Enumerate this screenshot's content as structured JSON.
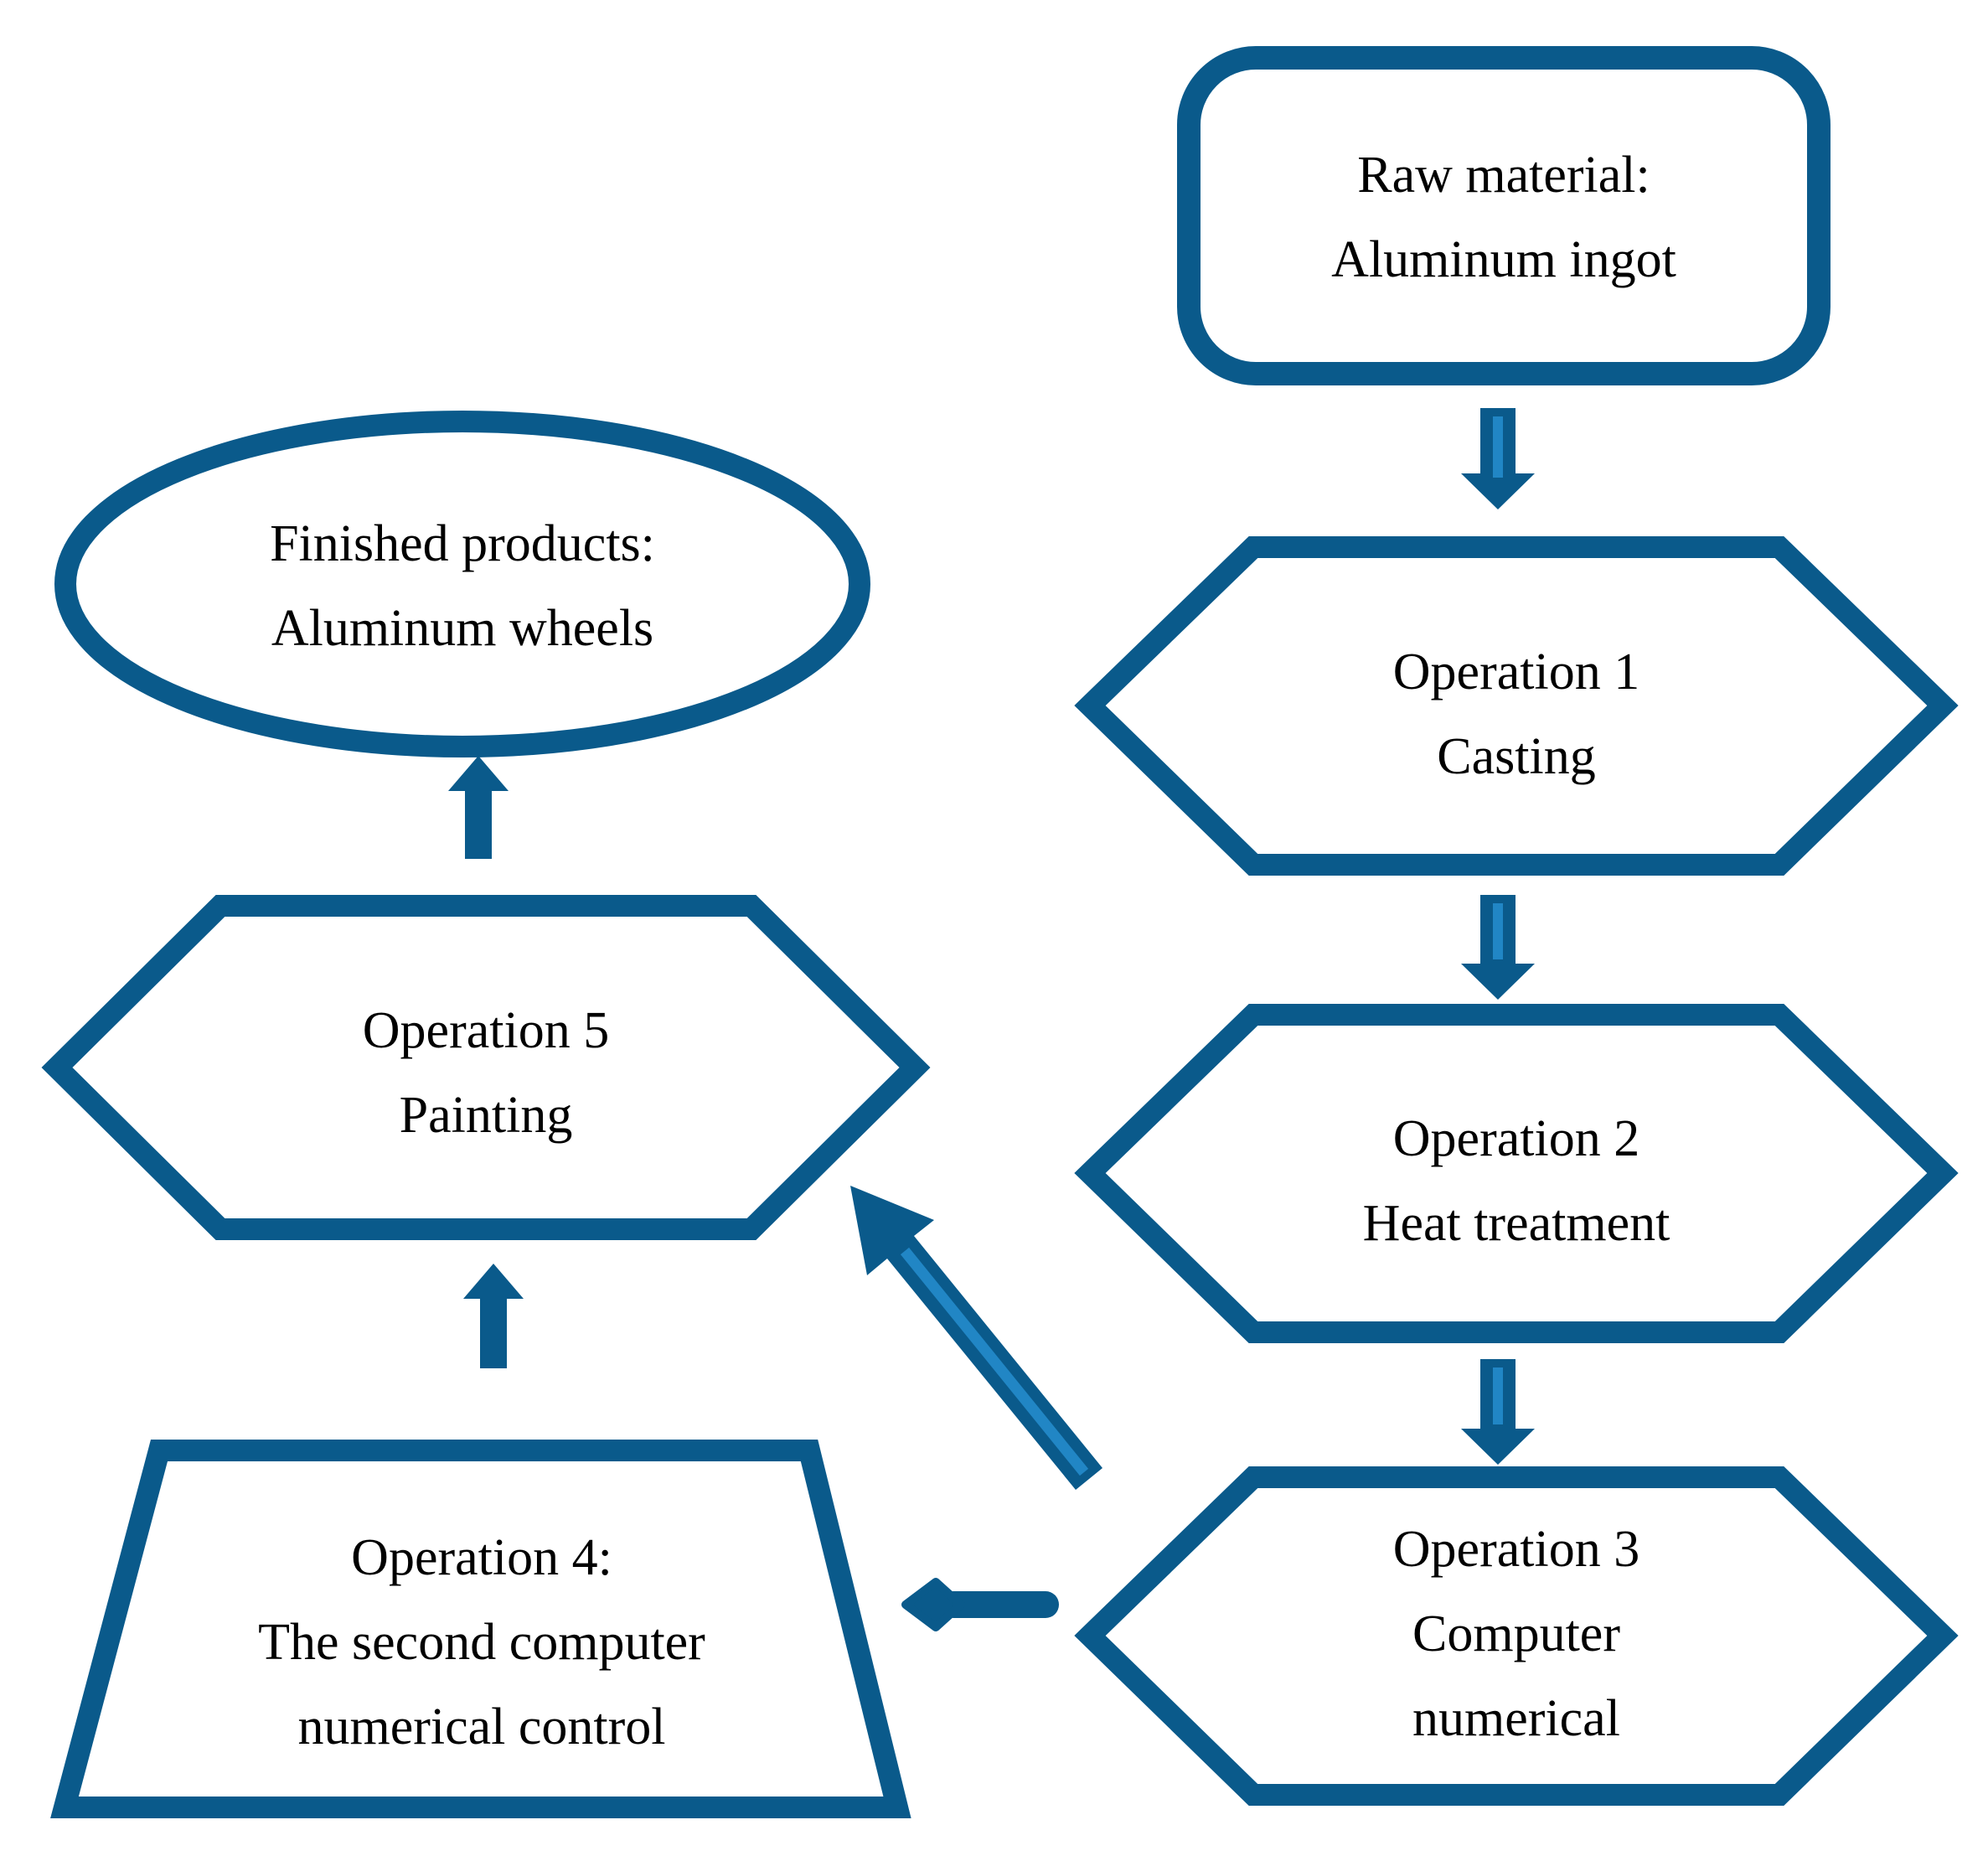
{
  "diagram": {
    "type": "flowchart",
    "colors": {
      "shape_outline": "#0a5a8b",
      "arrow_fill": "#0a5a8b",
      "arrow_highlight": "#2186c5",
      "text": "#000000",
      "background": "#ffffff"
    },
    "nodes": {
      "raw_material": {
        "shape": "rounded-rectangle",
        "lines": [
          "Raw material:",
          "Aluminum ingot"
        ]
      },
      "operation1": {
        "shape": "hexagon",
        "lines": [
          "Operation 1",
          "Casting"
        ]
      },
      "operation2": {
        "shape": "hexagon",
        "lines": [
          "Operation 2",
          "Heat treatment"
        ]
      },
      "operation3": {
        "shape": "hexagon",
        "lines": [
          "Operation 3",
          "Computer",
          "numerical"
        ]
      },
      "operation4": {
        "shape": "trapezoid",
        "lines": [
          "Operation 4:",
          "The second computer",
          "numerical control"
        ]
      },
      "operation5": {
        "shape": "hexagon",
        "lines": [
          "Operation 5",
          "Painting"
        ]
      },
      "finished_products": {
        "shape": "ellipse",
        "lines": [
          "Finished products:",
          "Aluminum wheels"
        ]
      }
    },
    "edges": [
      {
        "from": "raw_material",
        "to": "operation1",
        "style": "block-arrow-down"
      },
      {
        "from": "operation1",
        "to": "operation2",
        "style": "block-arrow-down"
      },
      {
        "from": "operation2",
        "to": "operation3",
        "style": "block-arrow-down"
      },
      {
        "from": "operation3",
        "to": "operation4",
        "style": "line-arrow-left"
      },
      {
        "from": "operation4",
        "to": "operation5",
        "style": "block-arrow-up"
      },
      {
        "from": "operation3",
        "to": "operation5",
        "style": "block-arrow-diagonal-up-left"
      },
      {
        "from": "operation5",
        "to": "finished_products",
        "style": "block-arrow-up"
      }
    ]
  }
}
